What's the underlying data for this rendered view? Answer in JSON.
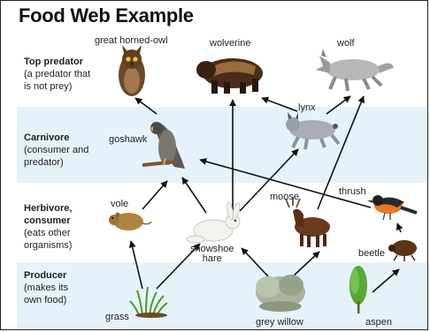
{
  "title": "Food Web Example",
  "levels": [
    {
      "heading": "Top predator",
      "lines": [
        "(a predator that",
        "is not prey)"
      ]
    },
    {
      "heading": "Carnivore",
      "lines": [
        "(consumer and",
        "predator)"
      ]
    },
    {
      "heading": "Herbivore,",
      "lines": [
        "consumer",
        "(eats other",
        "organisms)"
      ],
      "bold_line2": true
    },
    {
      "heading": "Producer",
      "lines": [
        "(makes its",
        "own food)"
      ]
    }
  ],
  "organisms": {
    "owl": "great horned-owl",
    "wolverine": "wolverine",
    "wolf": "wolf",
    "lynx": "lynx",
    "goshawk": "goshawk",
    "vole": "vole",
    "hare_line1": "snowshoe",
    "hare_line2": "hare",
    "moose": "moose",
    "thrush": "thrush",
    "beetle": "beetle",
    "grass": "grass",
    "willow": "grey willow",
    "aspen": "aspen"
  }
}
